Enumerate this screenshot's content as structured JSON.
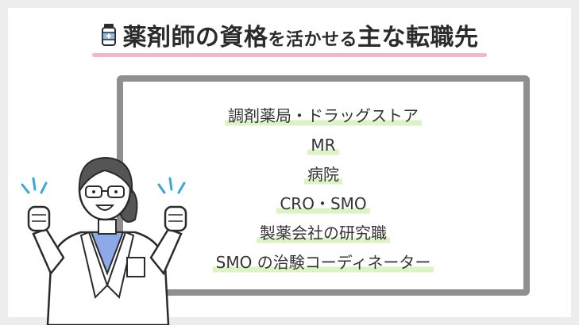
{
  "title": {
    "part1": "薬剤師の資格",
    "part2": "を活かせる",
    "part3": "主な転職先"
  },
  "destinations": [
    "調剤薬局・ドラッグストア",
    "MR",
    "病院",
    "CRO・SMO",
    "製薬会社の研究職",
    "SMO の治験コーディネーター"
  ],
  "icons": {
    "title_icon": "medicine-bottle-icon",
    "illustration": "pharmacist-illustration"
  },
  "colors": {
    "title_underline": "#f2b8c6",
    "item_highlight": "#dcf3c4",
    "board_frame": "#8f8f8f",
    "background": "#ededed"
  }
}
